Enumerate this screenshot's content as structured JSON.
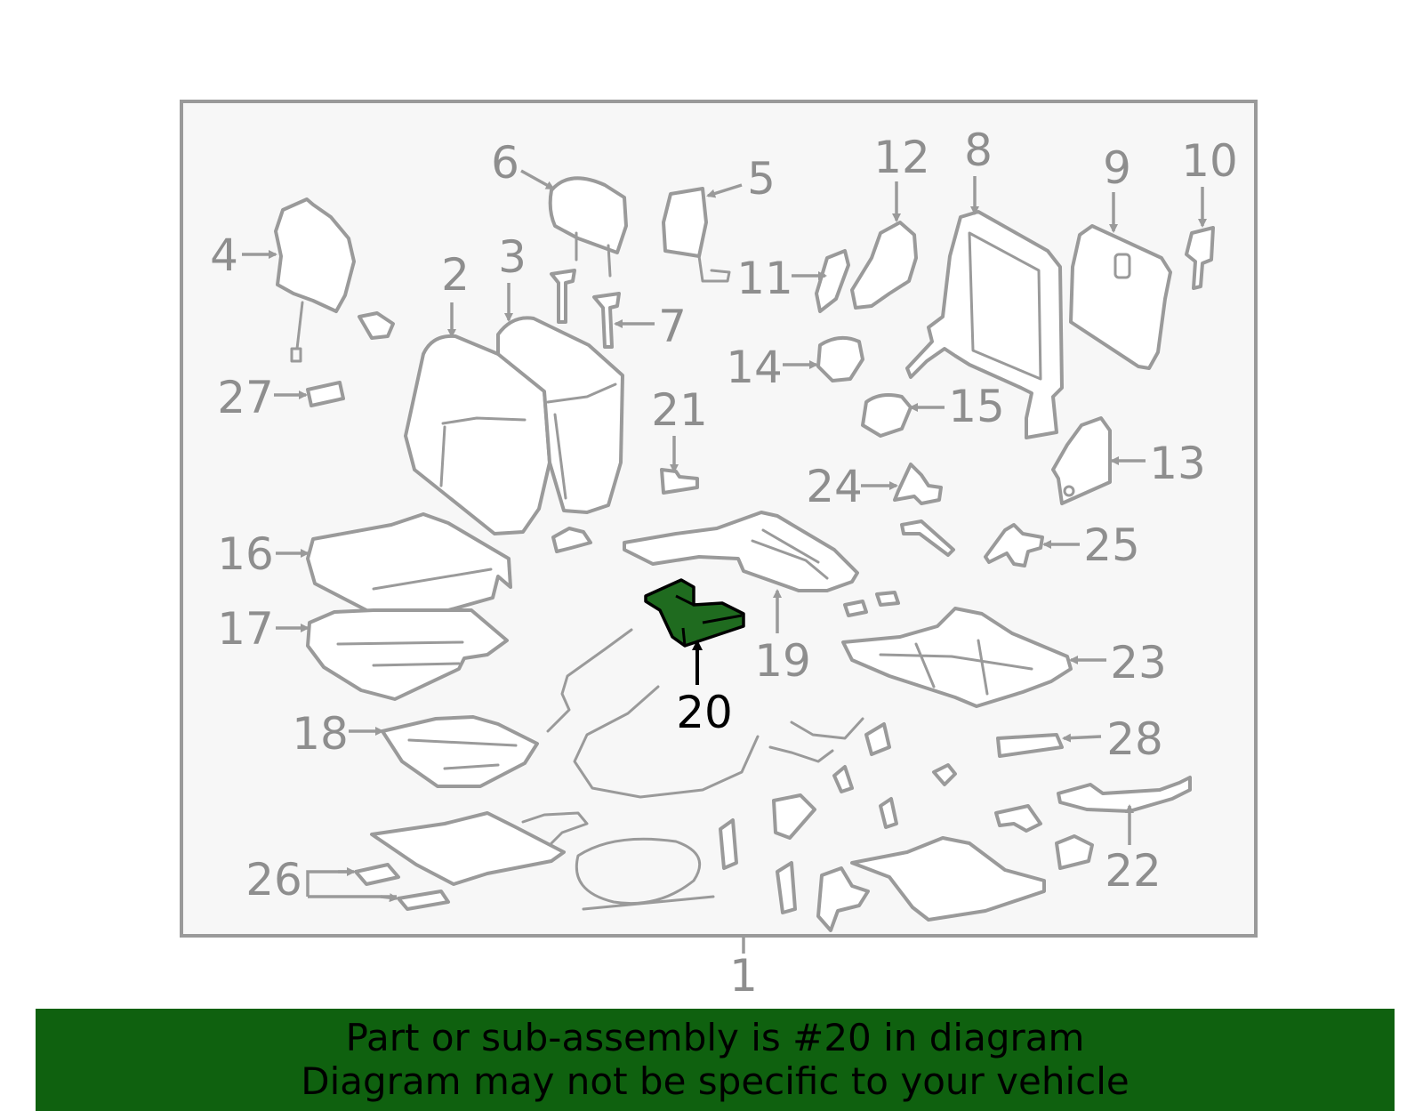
{
  "diagram": {
    "assembly_number": "1",
    "highlighted_part": "20",
    "highlight_color": "#1f6b1f",
    "part_numbers": [
      "2",
      "3",
      "4",
      "5",
      "6",
      "7",
      "8",
      "9",
      "10",
      "11",
      "12",
      "13",
      "14",
      "15",
      "16",
      "17",
      "18",
      "19",
      "20",
      "21",
      "22",
      "23",
      "24",
      "25",
      "26",
      "27",
      "28"
    ]
  },
  "banner": {
    "line1": "Part or sub-assembly is #20 in diagram",
    "line2": "Diagram may not be specific to your vehicle",
    "color": "#0f610f"
  }
}
